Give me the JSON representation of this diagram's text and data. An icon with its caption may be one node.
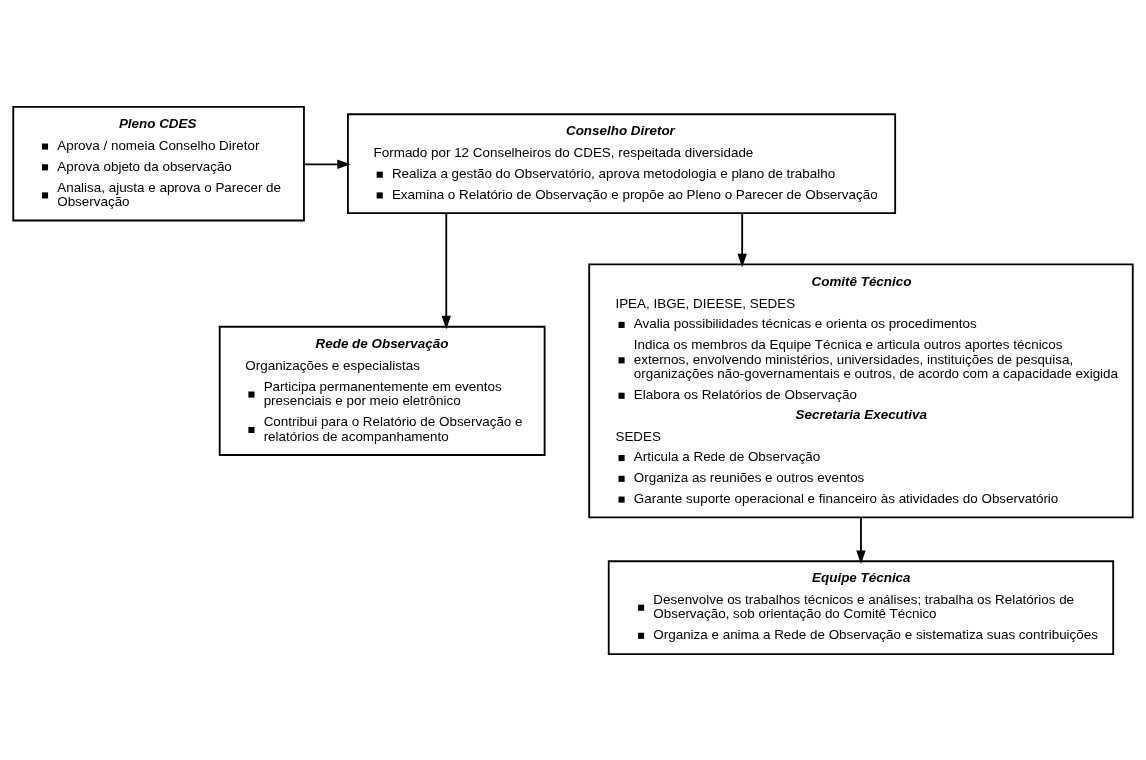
{
  "diagram": {
    "nodes": [
      {
        "text": [
          "Pleno CDES",
          "Aprova / nomeia Conselho Diretor",
          "Aprova objeto da observação",
          "Analisa, ajusta e aprova o Parecer de Observação"
        ]
      },
      {
        "text": [
          "Conselho Diretor",
          "Formado por 12 Conselheiros do CDES, respeitada diversidade",
          "Realiza a gestão do Observatório, aprova metodologia e plano de trabalho",
          "Examina o Relatório de Observação e propõe ao Pleno o Parecer de Observação"
        ]
      },
      {
        "text": [
          "Rede de Observação",
          "Organizações e especialistas",
          "Participa permanentemente em eventos presenciais e por meio eletrônico",
          "Contribui para o Relatório de Observação e relatórios de acompanhamento"
        ]
      },
      {
        "text": [
          "Comitê Técnico",
          "IPEA, IBGE, DIEESE, SEDES",
          "Avalia possibilidades técnicas e orienta os procedimentos",
          "Indica os membros da Equipe Técnica e articula outros aportes técnicos externos, envolvendo ministérios, universidades, instituições de pesquisa, organizações não-governamentais e outros, de acordo com a capacidade exigida",
          "Elabora os Relatórios de Observação",
          "Secretaria Executiva",
          "SEDES",
          "Articula a Rede de Observação",
          "Organiza as reuniões e outros eventos",
          "Garante suporte operacional e financeiro às atividades do Observatório"
        ]
      },
      {
        "text": [
          "Equipe Técnica",
          "Desenvolve os trabalhos técnicos e análises; trabalha os Relatórios de Observação, sob orientação do Comitê Técnico",
          "Organiza e anima a Rede de Observação e sistematiza suas contribuições"
        ]
      }
    ],
    "edges": [
      {
        "from": 0,
        "to": 1,
        "arrow": "to"
      },
      {
        "from": 1,
        "to": 2,
        "arrow": "to"
      },
      {
        "from": 1,
        "to": 3,
        "arrow": "to"
      },
      {
        "from": 3,
        "to": 4,
        "arrow": "to"
      }
    ]
  }
}
